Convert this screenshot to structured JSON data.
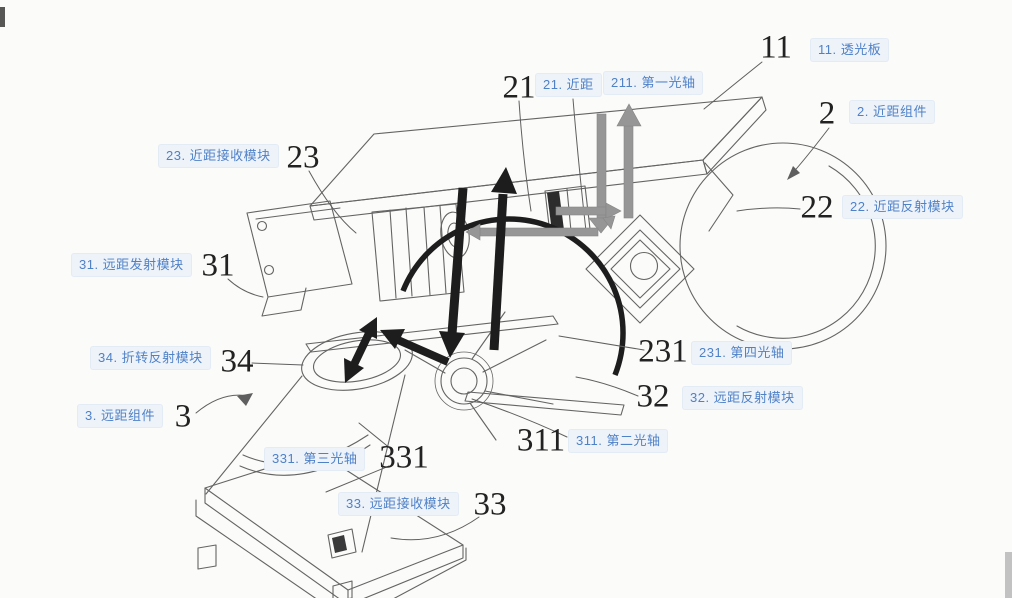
{
  "figure": {
    "type": "patent-line-drawing",
    "subject": "双距离光学测距装置 (dual-range optical assembly)",
    "background_color": "#fbfbf9",
    "label_text_color": "#4f81c7",
    "label_bg_color": "#eef3fa",
    "number_color": "#222222",
    "line_color": "#646464",
    "near_beam_arrow_color": "#969696",
    "far_beam_arrow_color": "#1d1d1d"
  },
  "callouts": [
    {
      "key": "plate",
      "number": "11",
      "tag": "11. 透光板"
    },
    {
      "key": "near-assembly",
      "number": "2",
      "tag": "2. 近距组件"
    },
    {
      "key": "near-emitter",
      "number": "21",
      "tag": "21. 近距"
    },
    {
      "key": "first-axis",
      "number": "",
      "tag": "211. 第一光轴"
    },
    {
      "key": "near-receiver",
      "number": "23",
      "tag": "23. 近距接收模块"
    },
    {
      "key": "near-reflector",
      "number": "22",
      "tag": "22. 近距反射模块"
    },
    {
      "key": "far-emitter",
      "number": "31",
      "tag": "31. 远距发射模块"
    },
    {
      "key": "fold-reflector",
      "number": "34",
      "tag": "34. 折转反射模块"
    },
    {
      "key": "far-assembly",
      "number": "3",
      "tag": "3. 远距组件"
    },
    {
      "key": "third-axis",
      "number": "331",
      "tag": "331. 第三光轴"
    },
    {
      "key": "far-receiver",
      "number": "33",
      "tag": "33. 远距接收模块"
    },
    {
      "key": "second-axis",
      "number": "311",
      "tag": "311. 第二光轴"
    },
    {
      "key": "fourth-axis",
      "number": "231",
      "tag": "231. 第四光轴"
    },
    {
      "key": "far-reflector",
      "number": "32",
      "tag": "32. 远距反射模块"
    }
  ]
}
